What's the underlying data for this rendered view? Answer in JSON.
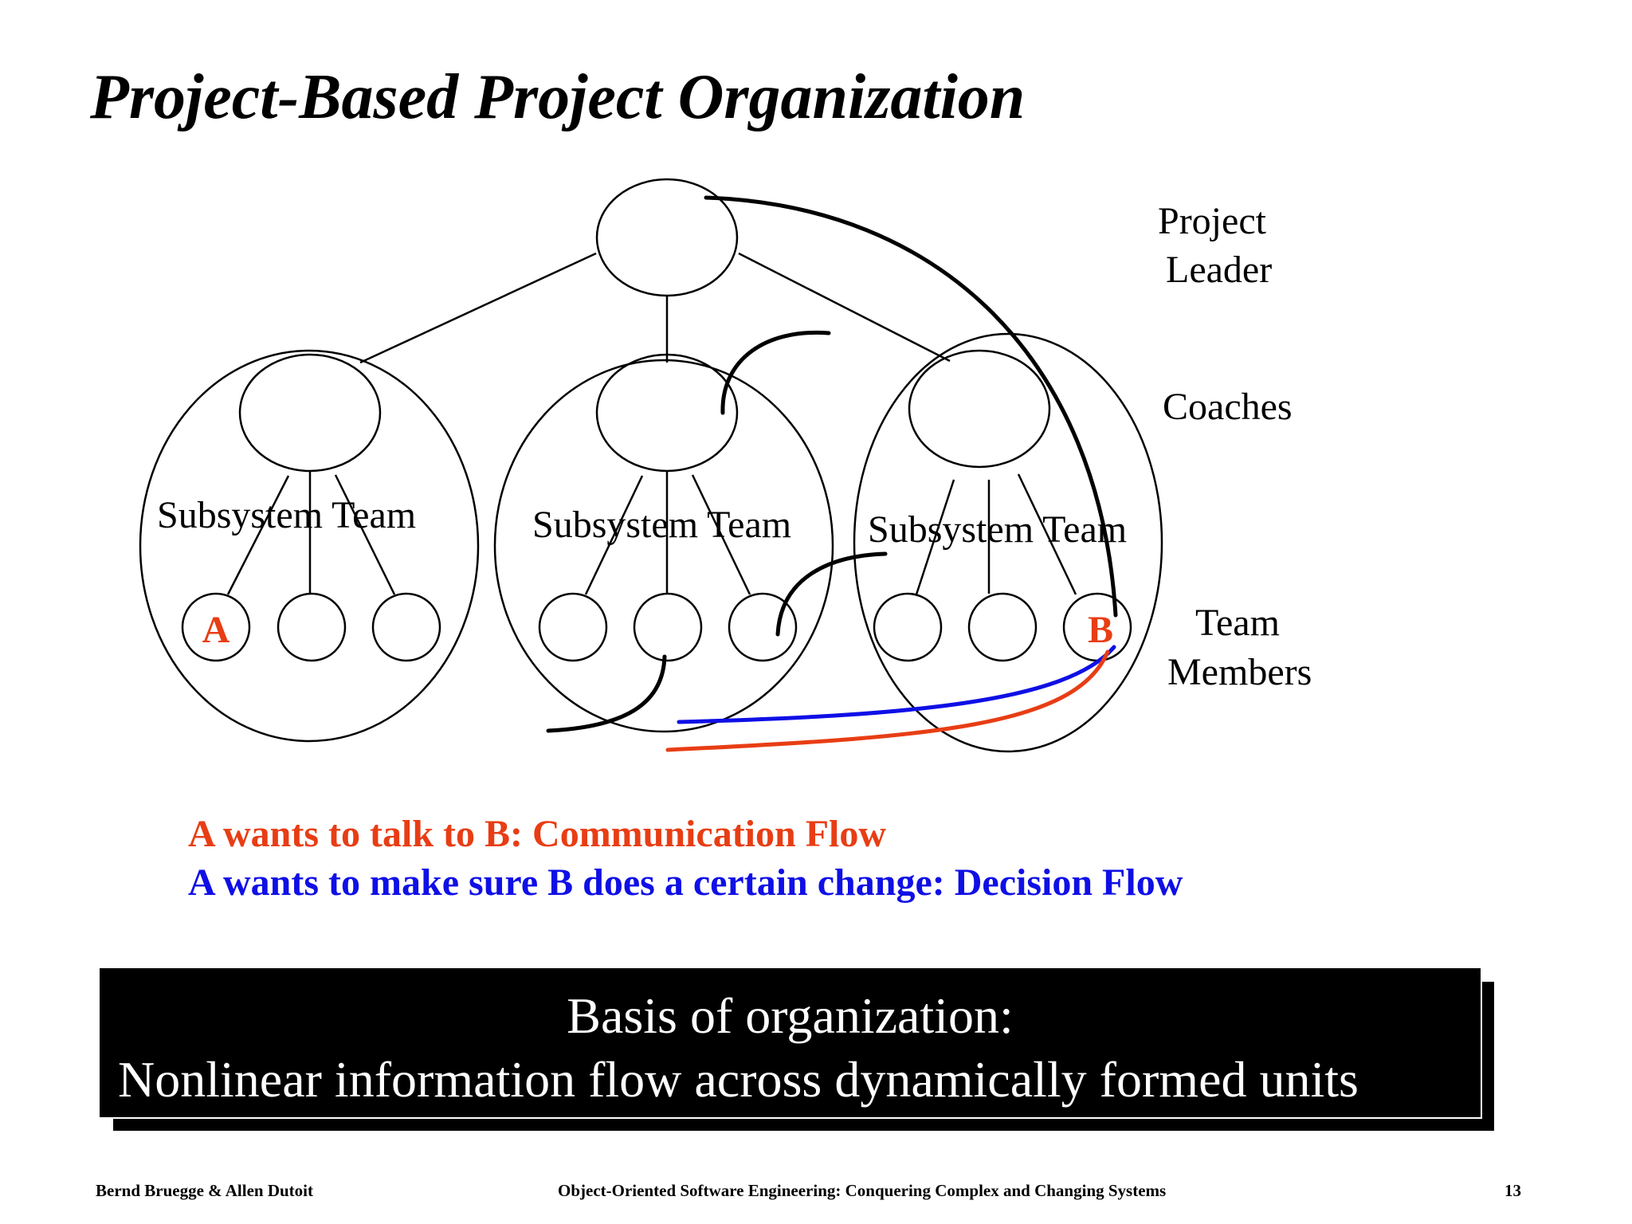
{
  "title": "Project-Based Project Organization",
  "levels": {
    "project_leader": [
      "Project",
      "Leader"
    ],
    "coaches": "Coaches",
    "team_members": [
      "Team",
      "Members"
    ]
  },
  "teams": [
    {
      "label": "Subsystem Team"
    },
    {
      "label": "Subsystem Team"
    },
    {
      "label": "Subsystem Team"
    }
  ],
  "members": {
    "a": "A",
    "b": "B"
  },
  "legend": {
    "communication": "A wants to talk to B: Communication Flow",
    "decision": "A wants to make sure B does a certain change: Decision Flow"
  },
  "basis": {
    "line1": "Basis of organization:",
    "line2": "Nonlinear information flow across  dynamically formed units"
  },
  "footer": {
    "authors": "Bernd Bruegge & Allen Dutoit",
    "book": "Object-Oriented Software Engineering: Conquering Complex and Changing Systems",
    "page": "13"
  },
  "colors": {
    "communication": "#e83d14",
    "decision": "#0f0fe6",
    "text": "#000000",
    "background": "#ffffff"
  }
}
